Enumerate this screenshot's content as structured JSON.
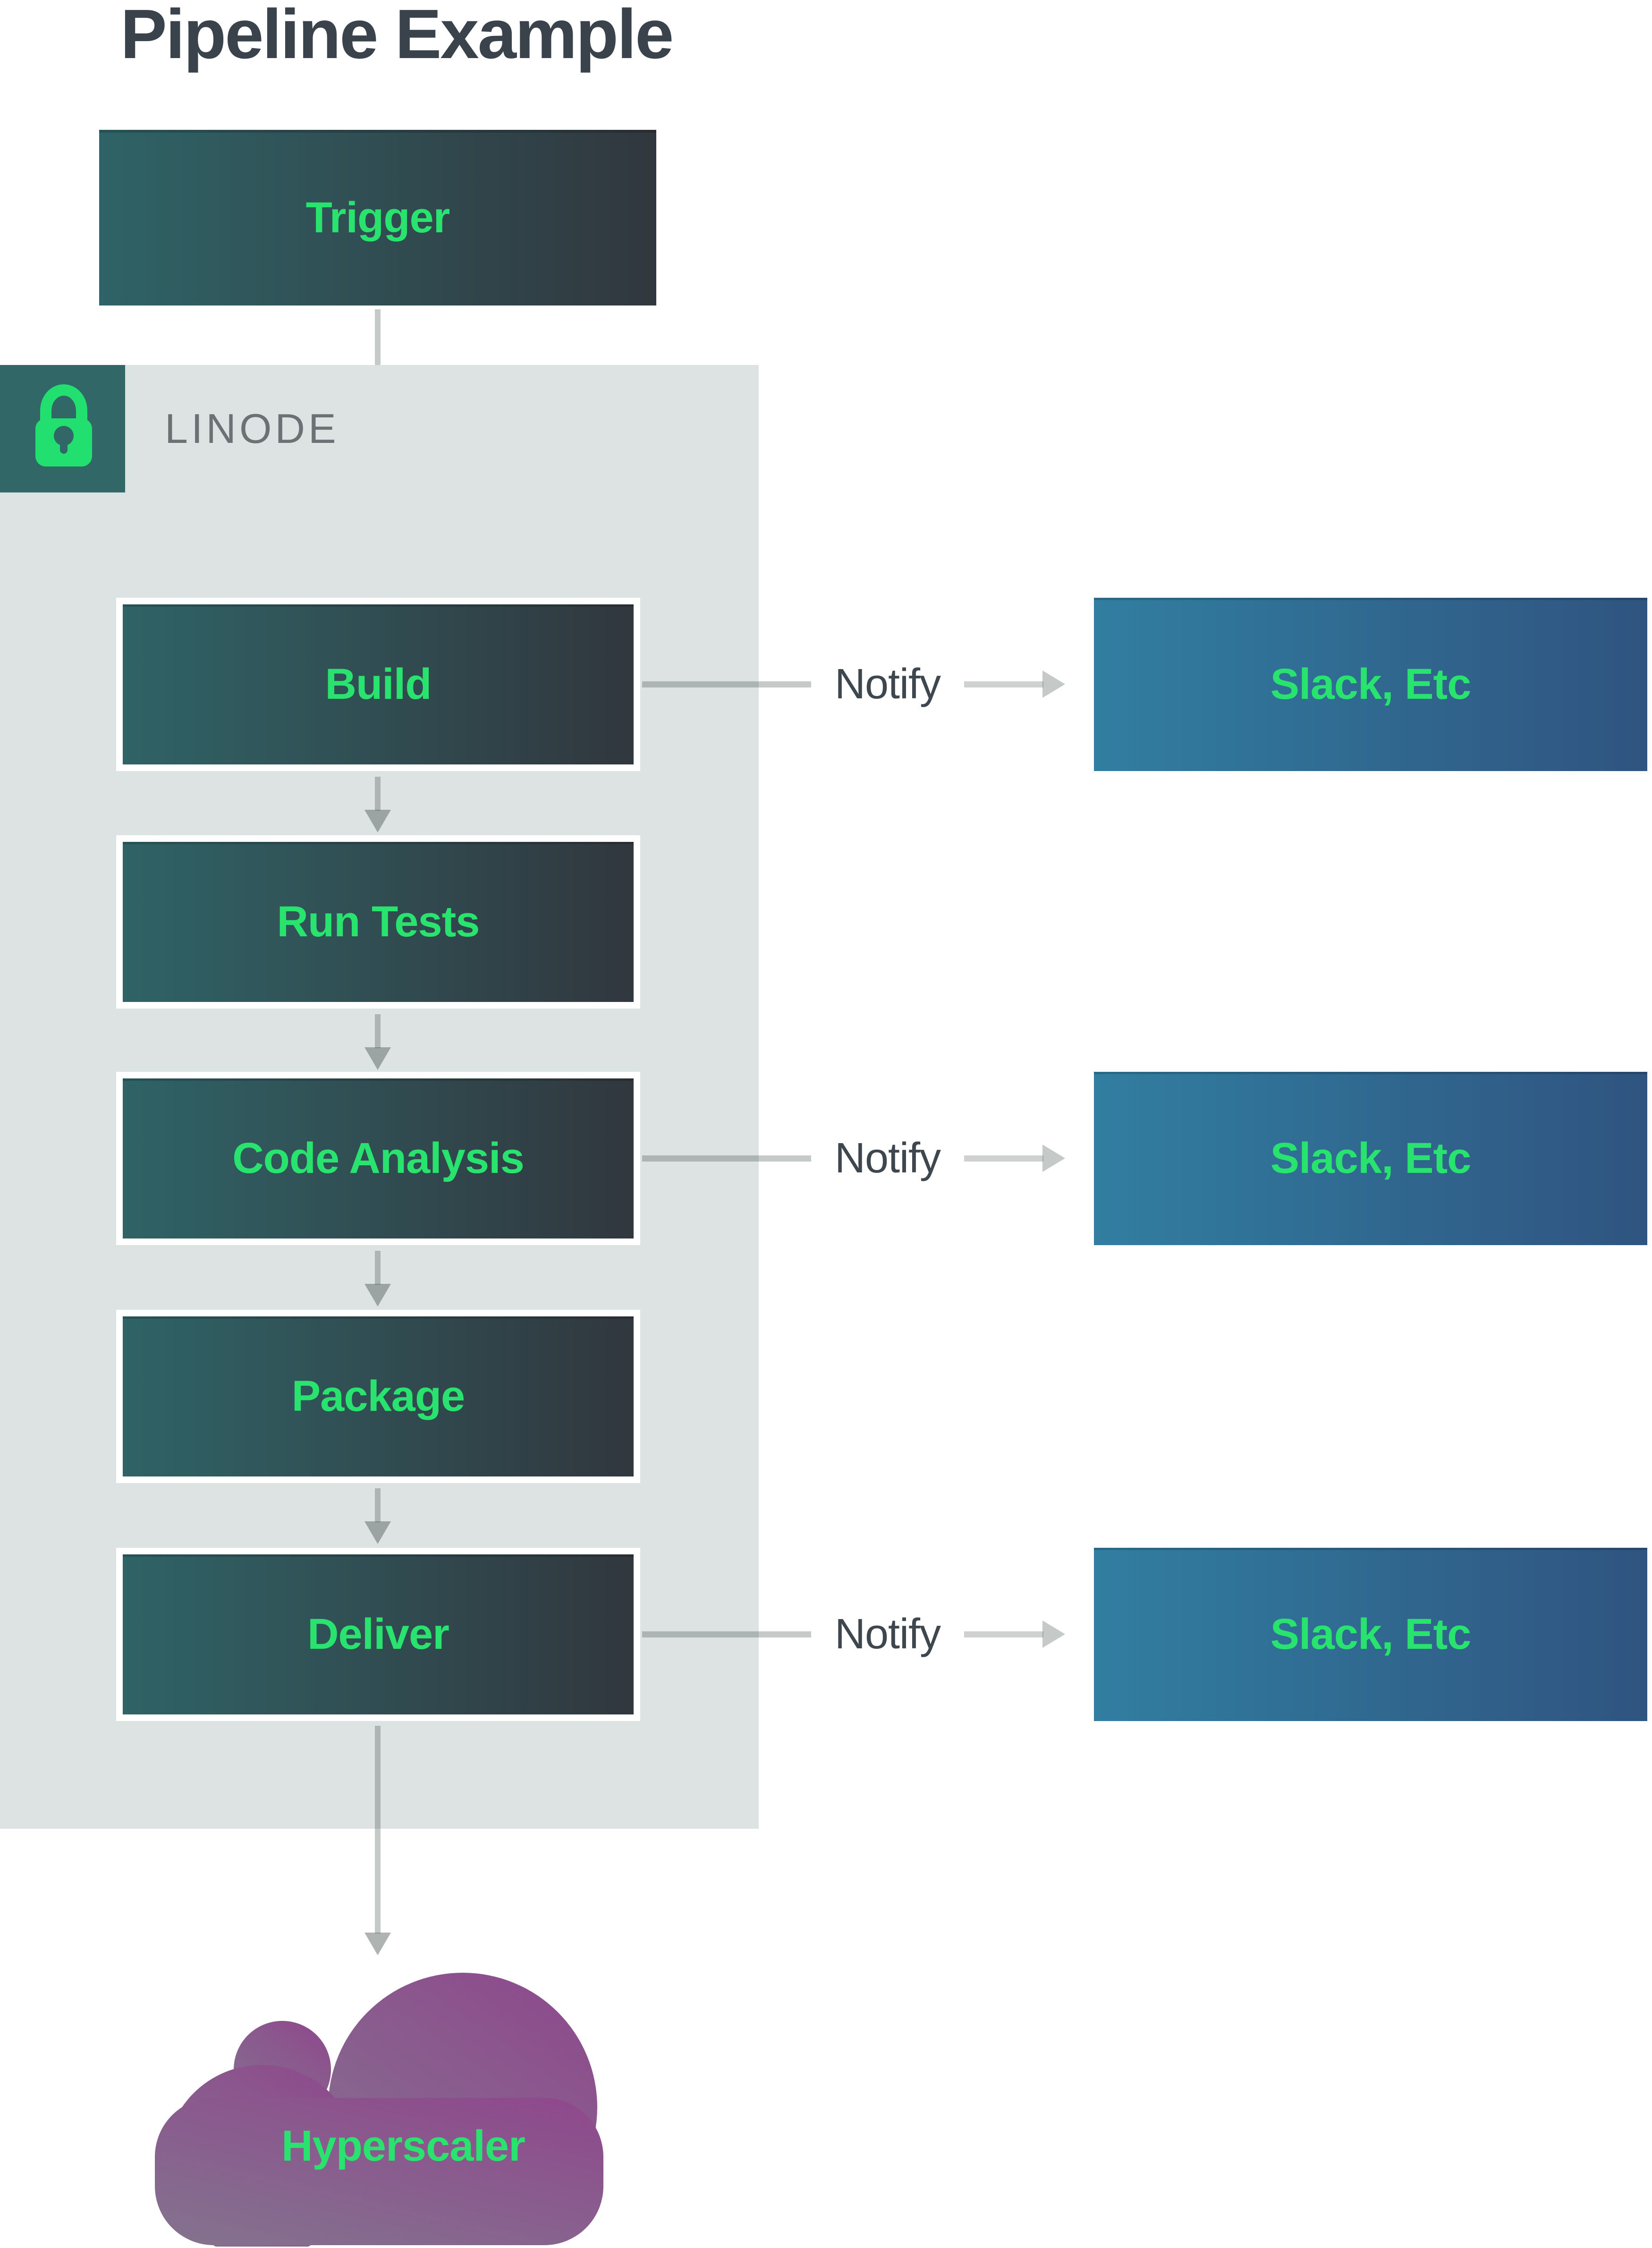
{
  "title": "Pipeline Example",
  "trigger": {
    "label": "Trigger"
  },
  "environment": {
    "label": "LINODE",
    "badge_icon": "lock-icon"
  },
  "stages": [
    {
      "label": "Build",
      "notify": true
    },
    {
      "label": "Run Tests",
      "notify": false
    },
    {
      "label": "Code Analysis",
      "notify": true
    },
    {
      "label": "Package",
      "notify": false
    },
    {
      "label": "Deliver",
      "notify": true
    }
  ],
  "notify": {
    "label": "Notify",
    "target_label": "Slack, Etc"
  },
  "cloud": {
    "label": "Hyperscaler"
  },
  "colors": {
    "accent_green": "#29e36f",
    "stage_gradient_start": "#2f6366",
    "stage_gradient_end": "#31373e",
    "slack_gradient_start": "#317ea1",
    "slack_gradient_end": "#2f5480",
    "container_background": "#dce3e2",
    "badge_background": "#316767",
    "cloud_gradient_start": "#8e4a8d",
    "cloud_gradient_end": "#84718e",
    "title_text": "#3a424b",
    "muted_text": "#6b7276",
    "arrow_gray": "#b2bab8"
  }
}
